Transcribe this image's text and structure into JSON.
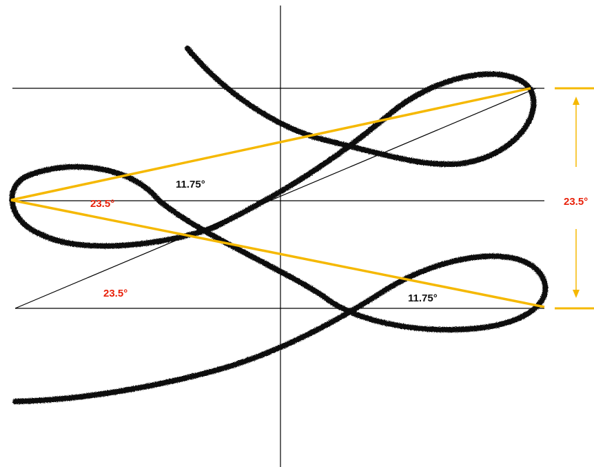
{
  "labels": {
    "upper_inner_angle": "11.75°",
    "left_outer_angle": "23.5°",
    "lower_triangle_angle": "23.5°",
    "lower_inner_angle": "11.75°",
    "right_span": "23.5°"
  },
  "colors": {
    "curve": "#111111",
    "guide_line": "#000000",
    "accent_yellow": "#f5b800",
    "angle_red": "#e8210a",
    "label_black": "#111111",
    "background": "#ffffff"
  },
  "icons": {
    "span_arrow_top": "arrow-up-icon",
    "span_arrow_bottom": "arrow-down-icon"
  }
}
